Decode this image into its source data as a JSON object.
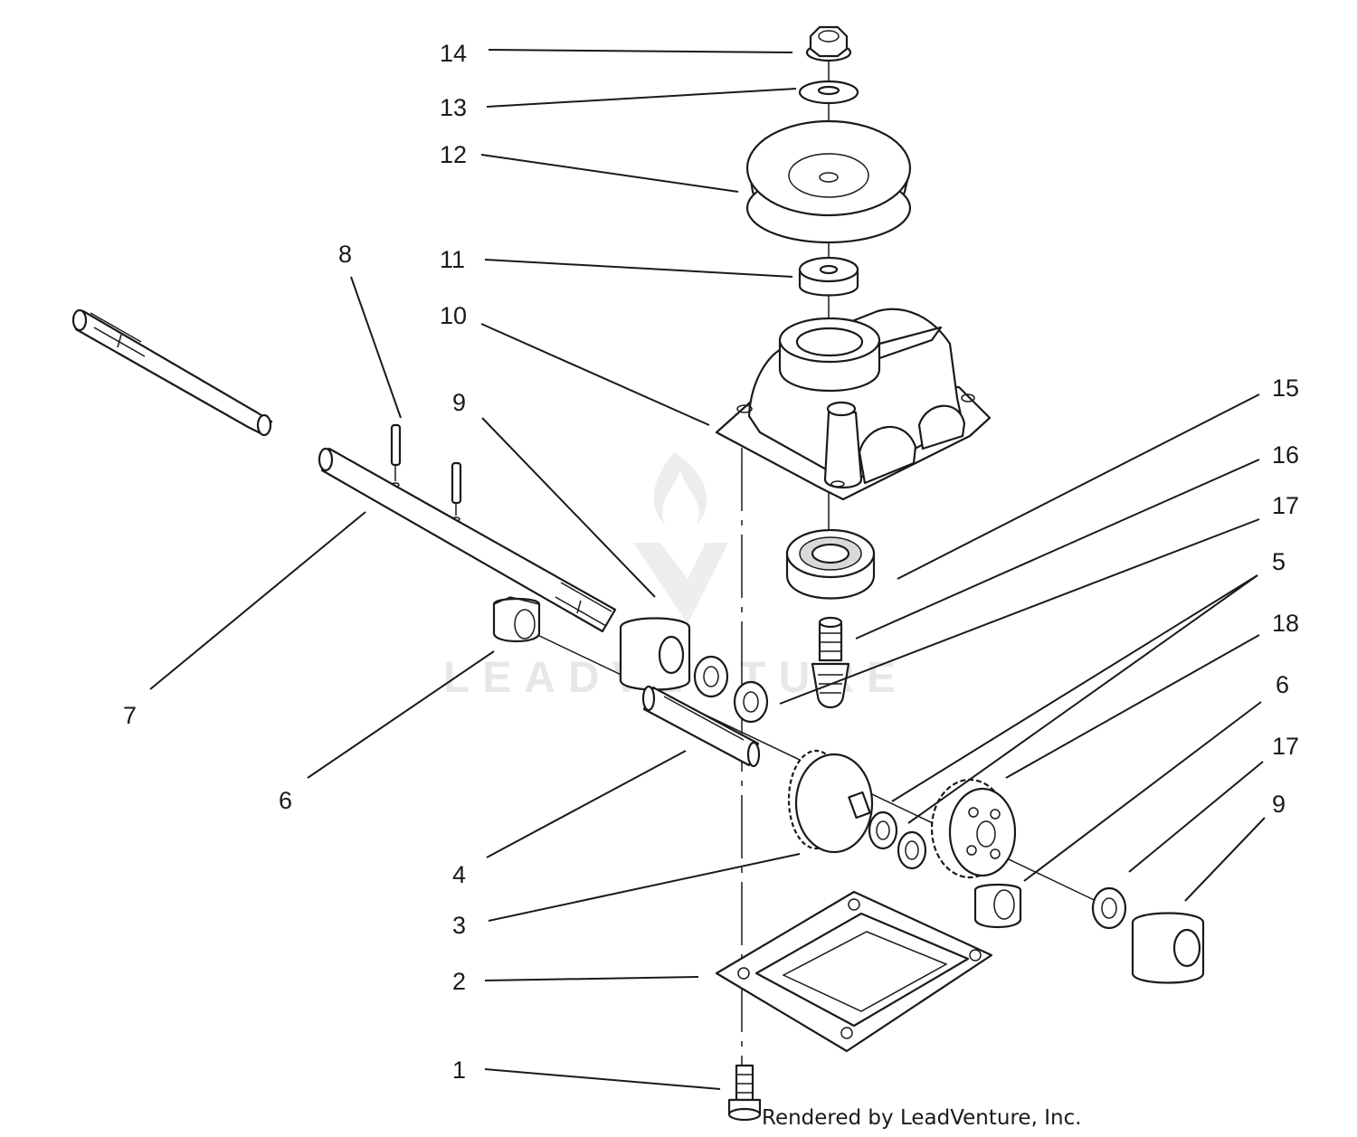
{
  "diagram": {
    "callouts": [
      "14",
      "13",
      "12",
      "11",
      "10",
      "9",
      "8",
      "7",
      "6",
      "4",
      "3",
      "2",
      "1",
      "15",
      "16",
      "17",
      "5",
      "18",
      "6",
      "17",
      "9"
    ]
  },
  "watermark": {
    "brand_text": "LEADVENTURE",
    "brand_color": "#e6e6e6"
  },
  "footer": {
    "credit": "Rendered by LeadVenture, Inc."
  },
  "colors": {
    "line": "#1a1a1a",
    "background": "#ffffff"
  },
  "icons": [
    "leadventure-watermark-logo"
  ]
}
